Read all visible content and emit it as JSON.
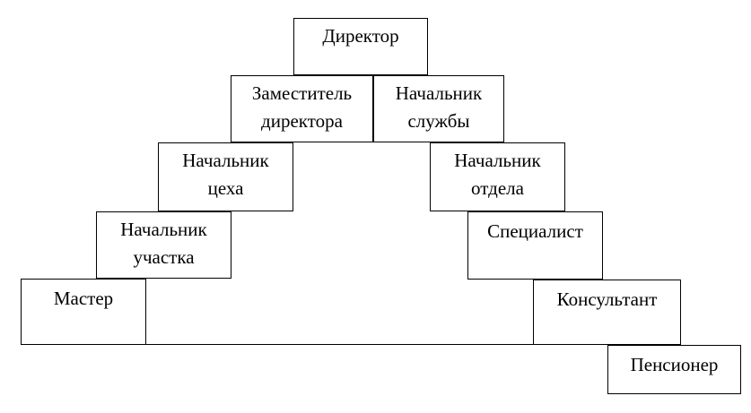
{
  "diagram": {
    "director": {
      "lines": [
        "Директор"
      ]
    },
    "deputy": {
      "lines": [
        "Заместитель",
        "директора"
      ]
    },
    "service": {
      "lines": [
        "Начальник",
        "службы"
      ]
    },
    "shop": {
      "lines": [
        "Начальник",
        "цеха"
      ]
    },
    "department": {
      "lines": [
        "Начальник",
        "отдела"
      ]
    },
    "section": {
      "lines": [
        "Начальник",
        "участка"
      ]
    },
    "specialist": {
      "lines": [
        "Специалист"
      ]
    },
    "master": {
      "lines": [
        "Мастер"
      ]
    },
    "consultant": {
      "lines": [
        "Консультант"
      ]
    },
    "pensioner": {
      "lines": [
        "Пенсионер"
      ]
    }
  }
}
